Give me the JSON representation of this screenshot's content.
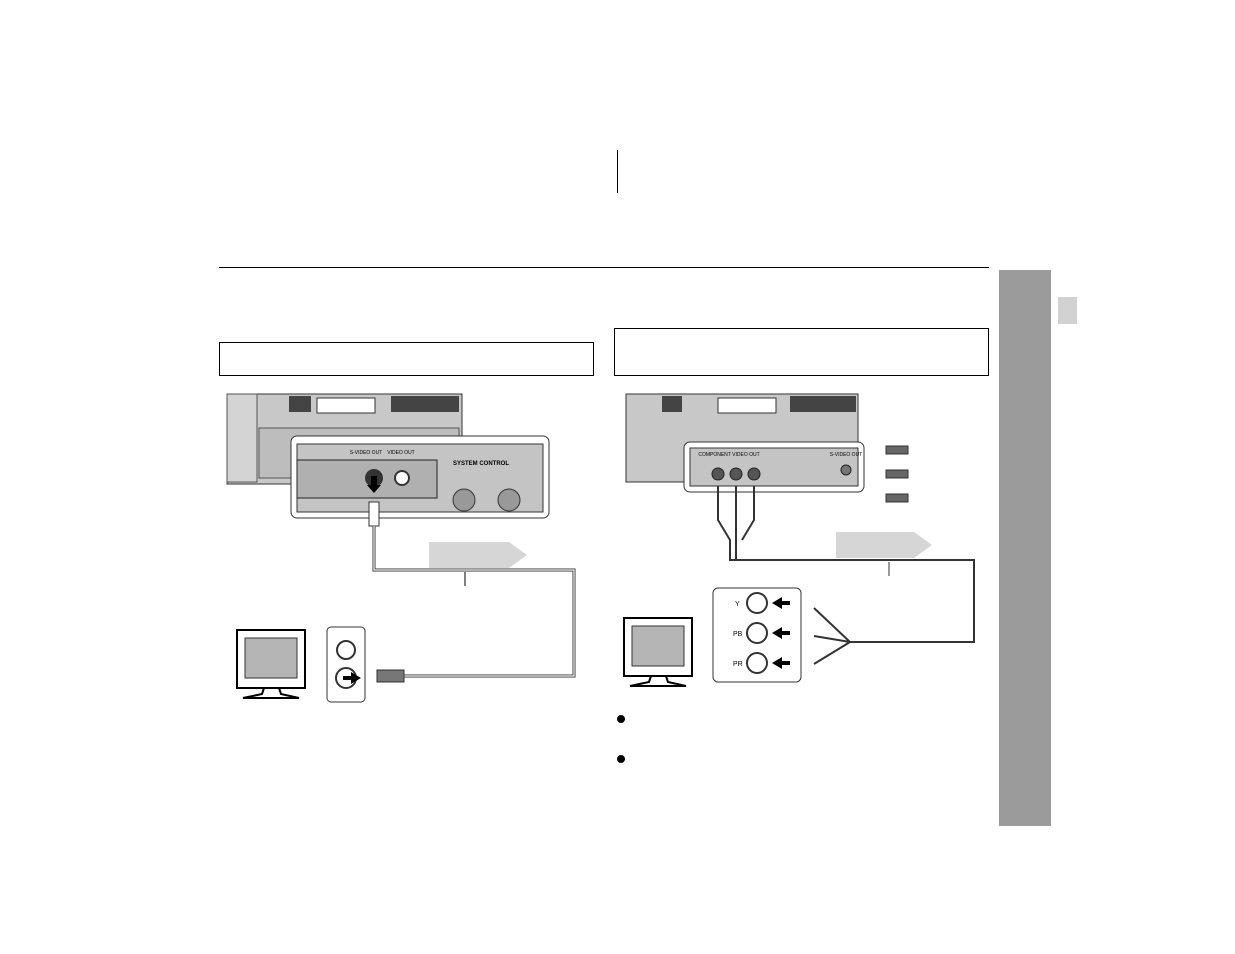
{
  "left_panel": {
    "port_labels": [
      "S-VIDEO OUT",
      "VIDEO OUT"
    ],
    "system_control_label": "SYSTEM CONTROL"
  },
  "right_panel": {
    "port_labels": [
      "COMPONENT VIDEO OUT",
      "S-VIDEO OUT"
    ],
    "tv_inputs": [
      "Y",
      "PB",
      "PR"
    ]
  },
  "colors": {
    "sidebar": "#9b9b9b",
    "tab": "#d2d2d2",
    "unit_gray": "#c8c8c8",
    "arrow_gray": "#d6d6d6"
  }
}
